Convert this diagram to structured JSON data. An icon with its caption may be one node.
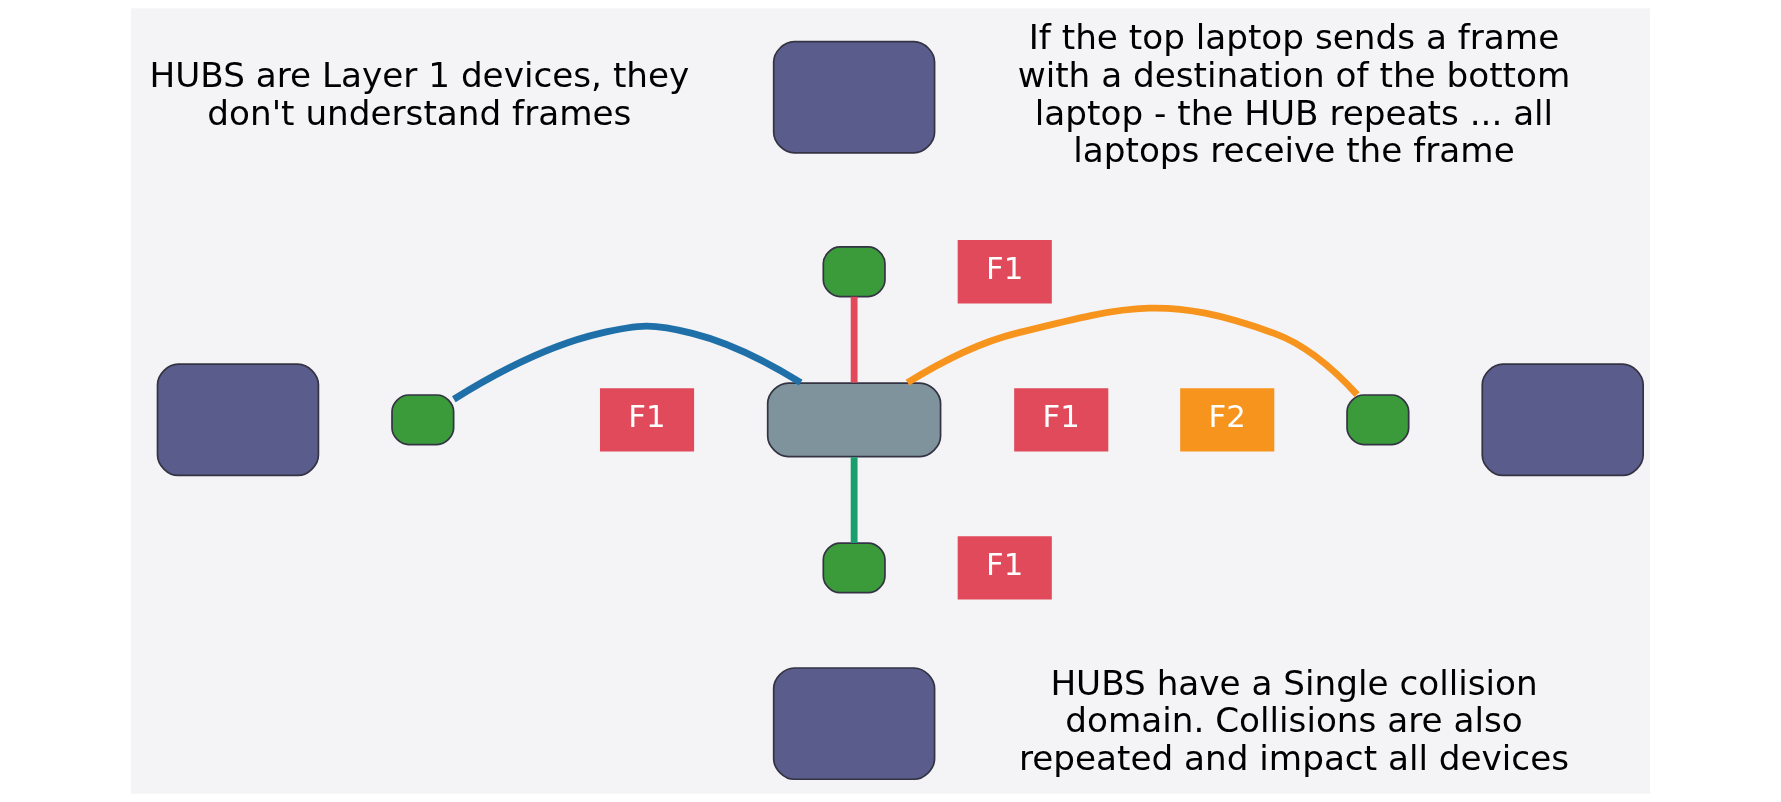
{
  "diagram": {
    "nodes": [
      {
        "text": [],
        "shape": "box"
      },
      {
        "text": [],
        "shape": "box"
      },
      {
        "text": [
          "F1"
        ]
      },
      {
        "text": [],
        "shape": "box"
      },
      {
        "text": [],
        "shape": "box"
      },
      {
        "text": [
          "F1"
        ]
      },
      {
        "text": [],
        "shape": "box"
      },
      {
        "text": [
          "F1"
        ]
      },
      {
        "text": [],
        "shape": "box"
      },
      {
        "text": [],
        "shape": "box"
      },
      {
        "text": [
          "F2"
        ]
      },
      {
        "text": [
          "F1"
        ]
      },
      {
        "text": [],
        "shape": "box"
      },
      {
        "text": [],
        "shape": "box"
      }
    ],
    "edges": [
      {
        "from": 1,
        "to": 6,
        "arrow": "none",
        "color": "#e04a5a"
      },
      {
        "from": 4,
        "to": 6,
        "arrow": "none",
        "color": "#1f6fa8"
      },
      {
        "from": 6,
        "to": 8,
        "arrow": "none",
        "color": "#f7941d"
      },
      {
        "from": 6,
        "to": 12,
        "arrow": "none",
        "color": "#1a9e6e"
      }
    ],
    "labels": [
      "HUBS are Layer 1 devices, they don't understand frames",
      "If the top laptop sends a frame with a destination of the bottom laptop - the HUB repeats ... all laptops receive the frame",
      "HUBS have a Single collision domain. Collisions are also repeated and impact all devices"
    ]
  }
}
